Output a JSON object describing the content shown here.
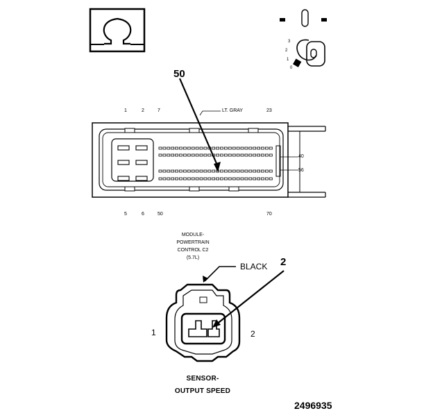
{
  "ohm_symbol": "Ω",
  "key_icon": {
    "positions": [
      "3",
      "2",
      "1",
      "0"
    ]
  },
  "pcm_connector": {
    "callout_pin": "50",
    "wire_color": "LT. GRAY",
    "top_pin_labels": [
      "1",
      "2",
      "7",
      "23"
    ],
    "bottom_pin_labels": [
      "5",
      "6",
      "50",
      "70"
    ],
    "side_pin_labels": [
      "40",
      "56"
    ],
    "module_label": [
      "MODULE-",
      "POWERTRAIN",
      "CONTROL C2",
      "(5.7L)"
    ]
  },
  "sensor_connector": {
    "wire_color": "BLACK",
    "callout_pin": "2",
    "left_pin_label": "1",
    "right_pin_label": "2",
    "caption": [
      "SENSOR-",
      "OUTPUT SPEED"
    ]
  },
  "figure_number": "2496935"
}
